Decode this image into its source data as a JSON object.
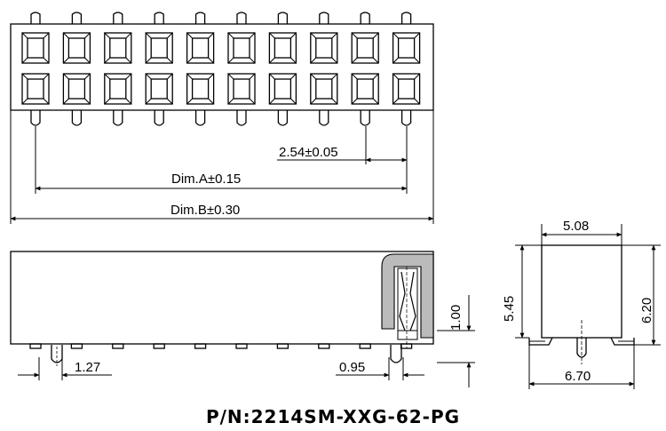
{
  "top_view": {
    "pin_columns": 10,
    "pin_rows": 2,
    "dims": {
      "pitch": "2.54±0.05",
      "dim_a": "Dim.A±0.15",
      "dim_b": "Dim.B±0.30"
    }
  },
  "side_view": {
    "dims": {
      "pin_pitch": "1.27",
      "height": "1.00",
      "pin_width": "0.95"
    }
  },
  "end_view": {
    "dims": {
      "width": "5.08",
      "height_left": "5.45",
      "height_right": "6.20",
      "footprint": "6.70"
    }
  },
  "part_number": "P/N:2214SM-XXG-62-PG"
}
